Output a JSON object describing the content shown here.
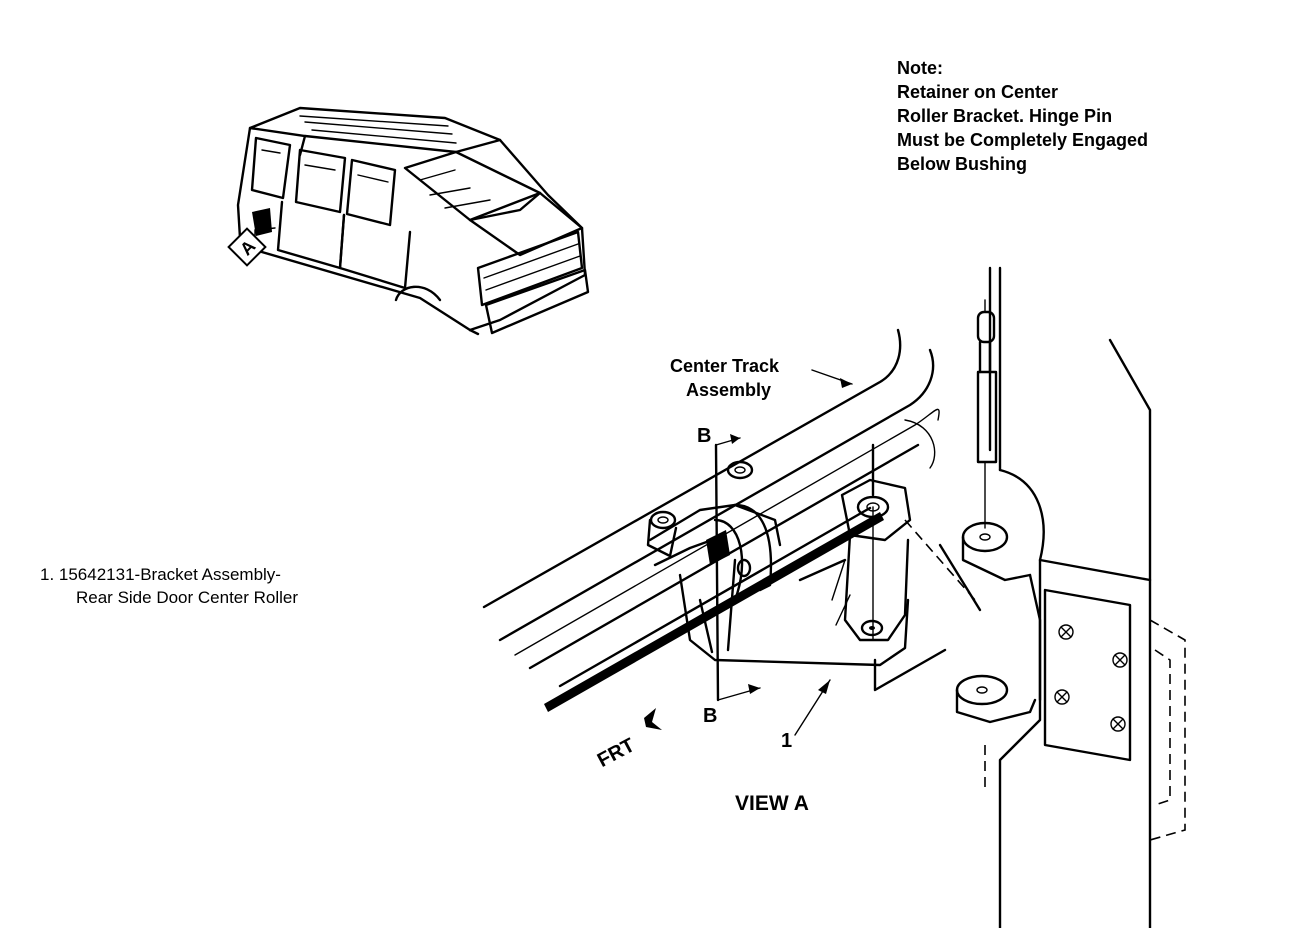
{
  "note": {
    "heading": "Note:",
    "lines": [
      "Retainer on Center",
      "Roller Bracket. Hinge Pin",
      "Must be Completely Engaged",
      "Below Bushing"
    ]
  },
  "legend": {
    "item_1_line_1": "1.  15642131-Bracket Assembly-",
    "item_1_line_2": "Rear Side Door Center Roller"
  },
  "callouts": {
    "center_track_line_1": "Center Track",
    "center_track_line_2": "Assembly",
    "section_top": "B",
    "section_bottom": "B",
    "front_arrow": "FRT",
    "item_number": "1",
    "view_badge": "A",
    "view_title": "VIEW A"
  }
}
